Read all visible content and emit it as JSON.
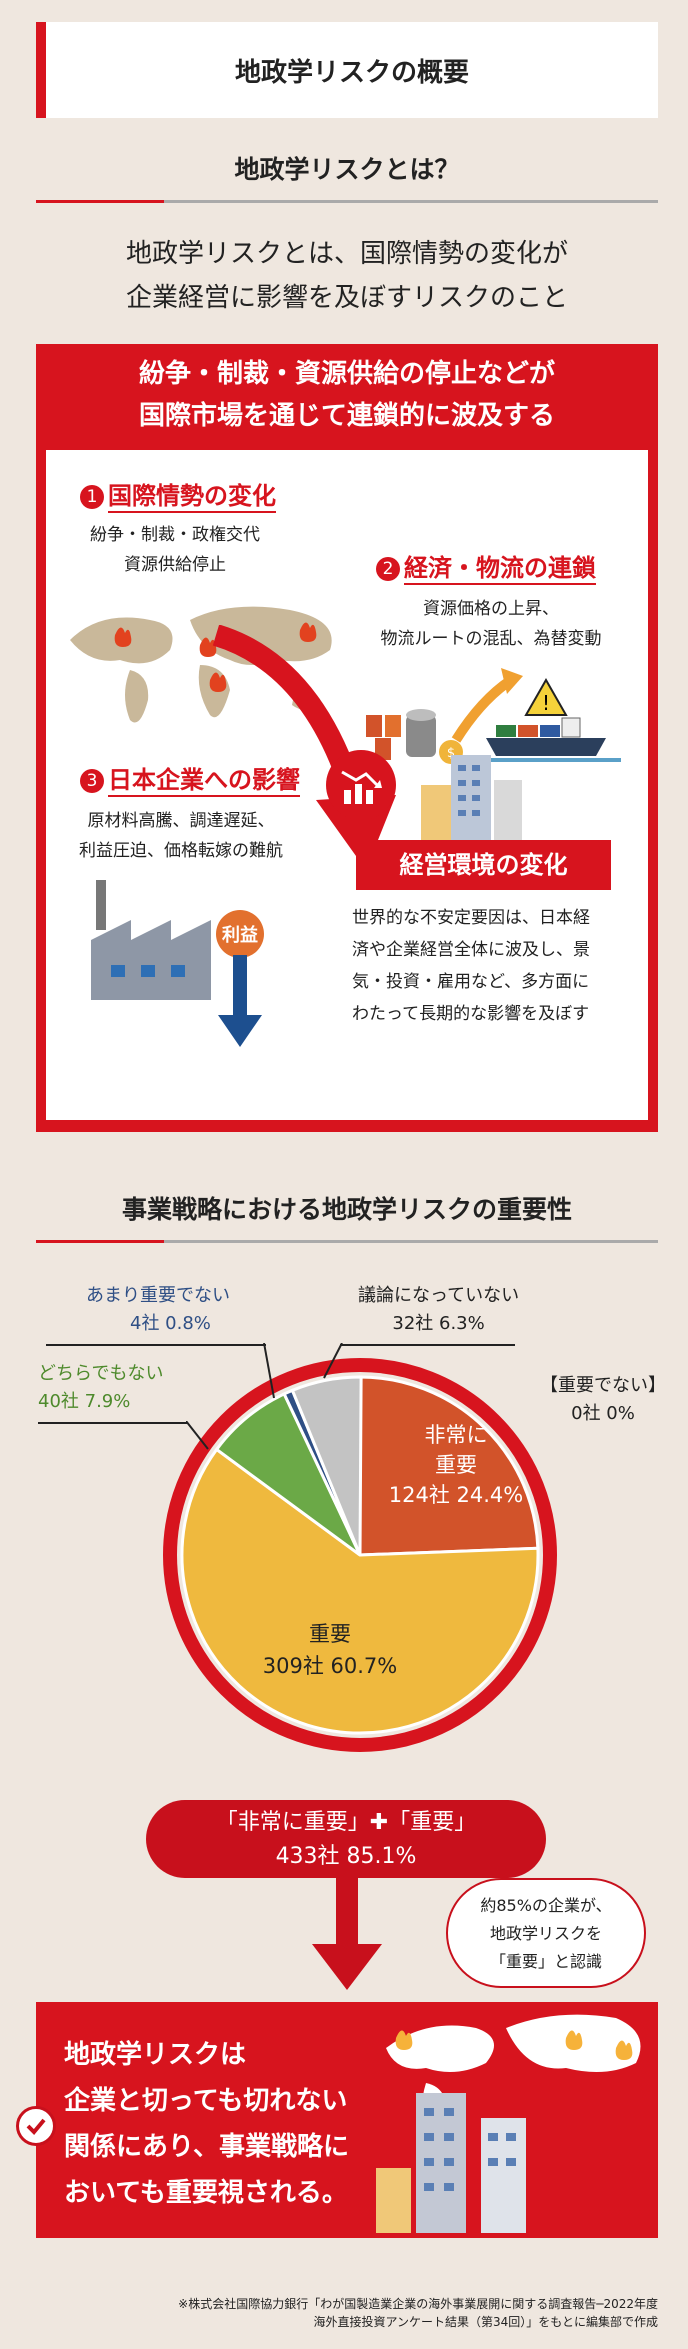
{
  "header": {
    "title": "地政学リスクの概要"
  },
  "section1": {
    "heading": "地政学リスクとは？",
    "lead1": "地政学リスクとは、国際情勢の変化が",
    "lead2": "企業経営に影響を及ぼすリスクのこと"
  },
  "panel": {
    "heading1": "紛争・制裁・資源供給の停止などが",
    "heading2": "国際市場を通じて連鎖的に波及する",
    "item1": {
      "num": "1",
      "title": "国際情勢の変化",
      "line1": "紛争・制裁・政権交代",
      "line2": "資源供給停止"
    },
    "item2": {
      "num": "2",
      "title": "経済・物流の連鎖",
      "line1": "資源価格の上昇、",
      "line2": "物流ルートの混乱、為替変動"
    },
    "item3": {
      "num": "3",
      "title": "日本企業への影響",
      "line1": "原材料高騰、調達遅延、",
      "line2": "利益圧迫、価格転嫁の難航"
    },
    "profit_label": "利益",
    "result": {
      "title": "経営環境の変化",
      "line1": "世界的な不安定要因は、日本経",
      "line2": "済や企業経営全体に波及し、景",
      "line3": "気・投資・雇用など、多方面に",
      "line4": "わたって長期的な影響を及ぼす"
    }
  },
  "section2": {
    "heading": "事業戦略における地政学リスクの重要性"
  },
  "chart_data": {
    "type": "pie",
    "slices": [
      {
        "label": "非常に重要",
        "count": "124社",
        "percent": 24.4,
        "color": "#d2532a"
      },
      {
        "label": "重要",
        "count": "309社",
        "percent": 60.7,
        "color": "#efb93e"
      },
      {
        "label": "どちらでもない",
        "count": "40社",
        "percent": 7.9,
        "color": "#6ba947"
      },
      {
        "label": "あまり重要でない",
        "count": "4社",
        "percent": 0.8,
        "color": "#2f4f85"
      },
      {
        "label": "議論になっていない",
        "count": "32社",
        "percent": 6.3,
        "color": "#c3c3c3"
      },
      {
        "label": "【重要でない】",
        "count": "0社",
        "percent": 0,
        "color": "#d7141e"
      }
    ]
  },
  "labels": {
    "very_important_1": "非常に",
    "very_important_2": "重要",
    "very_important_3": "124社 24.4%",
    "important_1": "重要",
    "important_2": "309社 60.7%",
    "neither_1": "どちらでもない",
    "neither_2": "40社 7.9%",
    "not_very_1": "あまり重要でない",
    "not_very_2": "4社 0.8%",
    "not_discussed_1": "議論になっていない",
    "not_discussed_2": "32社 6.3%",
    "not_important_1": "【重要でない】",
    "not_important_2": "0社 0%"
  },
  "summary": {
    "line1": "「非常に重要」✚「重要」",
    "line2": "433社 85.1%"
  },
  "bubble": {
    "line1": "約85%の企業が、",
    "line2": "地政学リスクを",
    "line3": "「重要」と認識"
  },
  "conclusion": {
    "line1": "地政学リスクは",
    "line2": "企業と切っても切れない",
    "line3": "関係にあり、事業戦略に",
    "line4": "おいても重要視される。"
  },
  "footnote": {
    "line1": "※株式会社国際協力銀行「わが国製造業企業の海外事業展開に関する調査報告─2022年度",
    "line2": "海外直接投資アンケート結果（第34回）」をもとに編集部で作成"
  }
}
